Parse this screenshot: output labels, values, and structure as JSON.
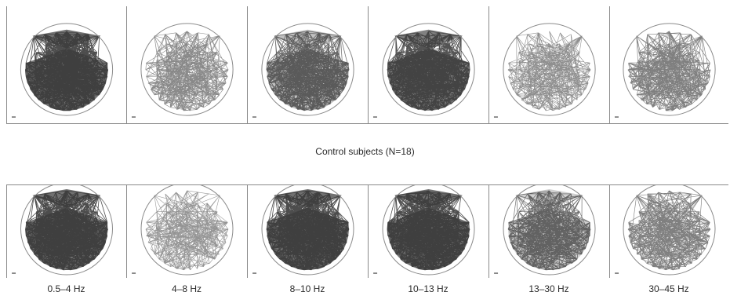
{
  "group_label": "Control subjects (N=18)",
  "bands": [
    "0.5–4 Hz",
    "4–8 Hz",
    "8–10 Hz",
    "10–13 Hz",
    "13–30 Hz",
    "30–45 Hz"
  ],
  "top_row": [
    {
      "density": 1.0
    },
    {
      "density": 0.45
    },
    {
      "density": 0.75
    },
    {
      "density": 0.95
    },
    {
      "density": 0.4
    },
    {
      "density": 0.55
    }
  ],
  "bottom_row": [
    {
      "density": 1.0
    },
    {
      "density": 0.35
    },
    {
      "density": 1.0
    },
    {
      "density": 1.0
    },
    {
      "density": 0.7
    },
    {
      "density": 0.55
    }
  ],
  "colors": {
    "network": "#3a3a3a",
    "head_outline": "#8a8a8a",
    "frame": "#8a8a8a"
  }
}
